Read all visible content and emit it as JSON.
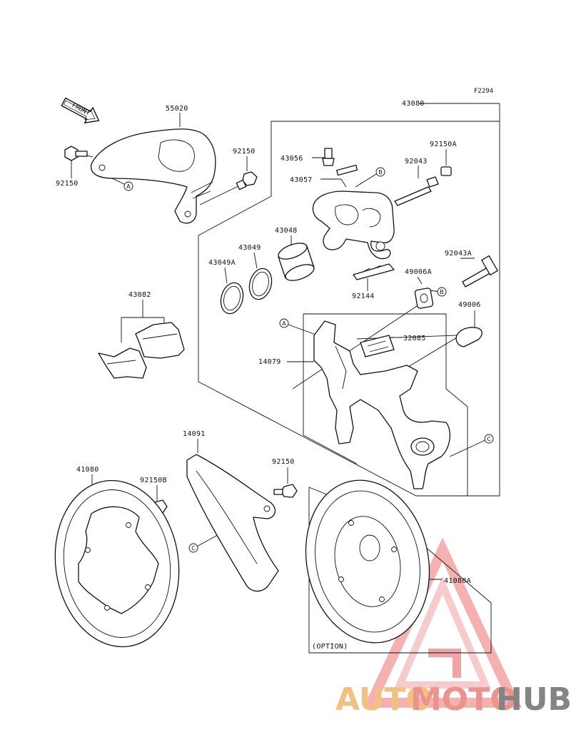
{
  "diagram_code": "F2294",
  "front_label": "FRONT",
  "option_label": "(OPTION)",
  "callouts": [
    "A",
    "B",
    "C"
  ],
  "parts": {
    "p55020": "55020",
    "p43080": "43080",
    "p92150_left": "92150",
    "p92150_top": "92150",
    "p43056": "43056",
    "p43057": "43057",
    "p92150A": "92150A",
    "p92043": "92043",
    "p43048": "43048",
    "p43049": "43049",
    "p43049A": "43049A",
    "p92043A": "92043A",
    "p49006A": "49006A",
    "p92144": "92144",
    "p43082": "43082",
    "p49006": "49006",
    "p32085": "32085",
    "p14079": "14079",
    "p14091": "14091",
    "p41080": "41080",
    "p92150B": "92150B",
    "p92150_mid": "92150",
    "p41080A": "41080A"
  },
  "watermark": {
    "part1": "AUTO",
    "part2": "MOTO",
    "part3": "HUB",
    "color1": "#f0b66a",
    "color2": "#e8827c",
    "color3": "#6f6f6f"
  }
}
